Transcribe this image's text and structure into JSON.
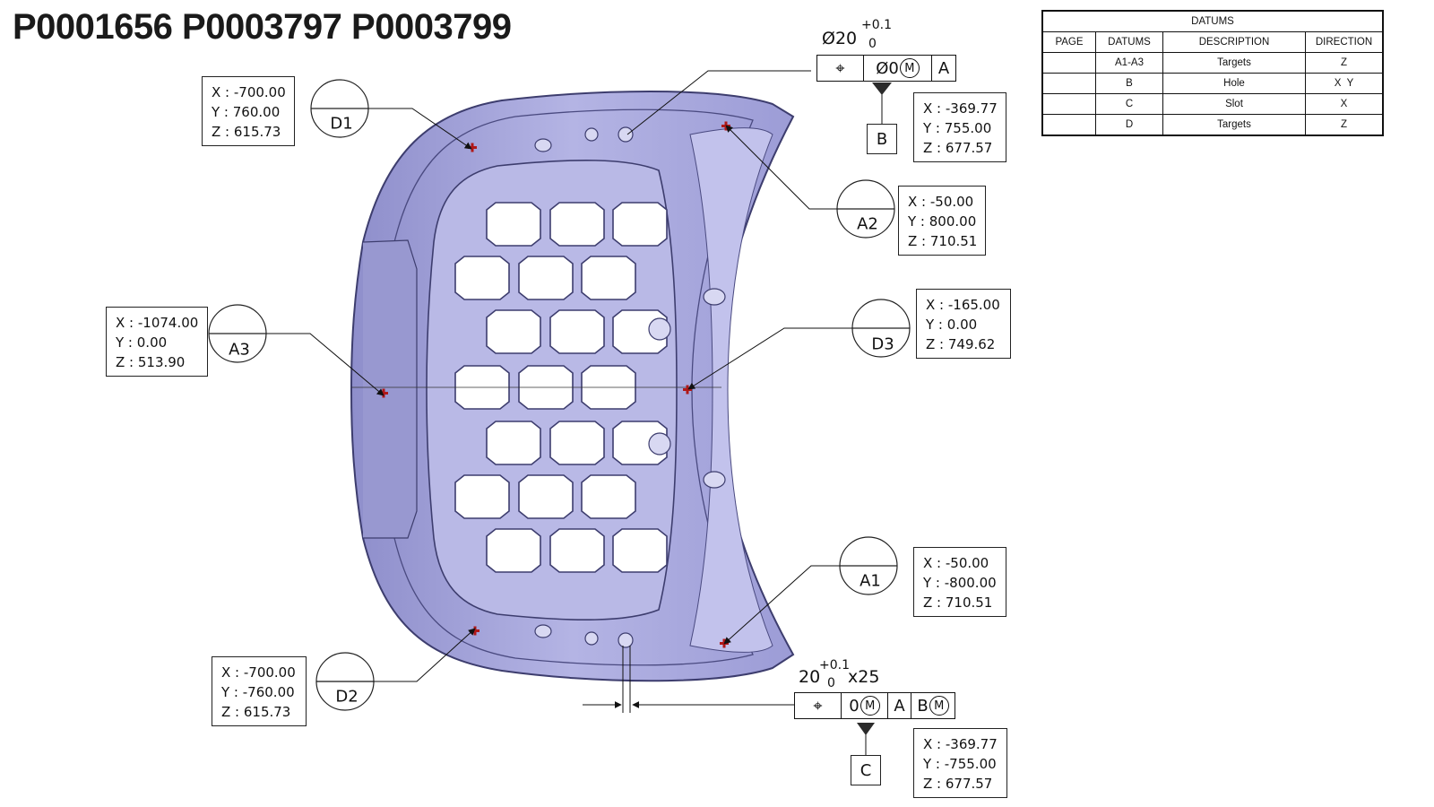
{
  "title": "P0001656 P0003797 P0003799",
  "datums_table": {
    "title": "DATUMS",
    "headers": [
      "PAGE",
      "DATUMS",
      "DESCRIPTION",
      "DIRECTION"
    ],
    "rows": [
      {
        "page": "",
        "datum": "A1-A3",
        "description": "Targets",
        "direction": "Z"
      },
      {
        "page": "",
        "datum": "B",
        "description": "Hole",
        "direction": "X  Y"
      },
      {
        "page": "",
        "datum": "C",
        "description": "Slot",
        "direction": "X"
      },
      {
        "page": "",
        "datum": "D",
        "description": "Targets",
        "direction": "Z"
      }
    ]
  },
  "targets": {
    "d1": {
      "label": "D1",
      "x": "X : -700.00",
      "y": "Y : 760.00",
      "z": "Z : 615.73"
    },
    "a2": {
      "label": "A2",
      "x": "X : -50.00",
      "y": "Y : 800.00",
      "z": "Z : 710.51"
    },
    "a3": {
      "label": "A3",
      "x": "X : -1074.00",
      "y": "Y : 0.00",
      "z": "Z : 513.90"
    },
    "d3": {
      "label": "D3",
      "x": "X : -165.00",
      "y": "Y : 0.00",
      "z": "Z : 749.62"
    },
    "a1": {
      "label": "A1",
      "x": "X : -50.00",
      "y": "Y : -800.00",
      "z": "Z : 710.51"
    },
    "d2": {
      "label": "D2",
      "x": "X : -700.00",
      "y": "Y : -760.00",
      "z": "Z : 615.73"
    },
    "b": {
      "x": "X : -369.77",
      "y": "Y : 755.00",
      "z": "Z : 677.57"
    },
    "c": {
      "x": "X : -369.77",
      "y": "Y : -755.00",
      "z": "Z : 677.57"
    }
  },
  "datum_b": {
    "letter": "B",
    "diameter": "Ø20",
    "tol_upper": "+0.1",
    "tol_lower": "0",
    "fcf_tolerance": "Ø0",
    "fcf_modifier": "M",
    "fcf_datum": "A"
  },
  "datum_c": {
    "letter": "C",
    "width": "20",
    "tol_upper": "+0.1",
    "tol_lower": "0",
    "length": "x25",
    "fcf_tolerance": "0",
    "fcf_modifier": "M",
    "fcf_datum_a": "A",
    "fcf_datum_b": "B",
    "fcf_datum_b_modifier": "M"
  },
  "colors": {
    "part_fill": "#a9a9dc",
    "part_dark": "#6f6fa6",
    "part_light": "#d4d4f0",
    "target_marker": "#b01818"
  }
}
